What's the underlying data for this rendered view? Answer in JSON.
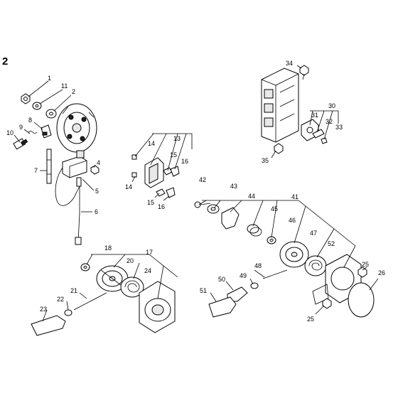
{
  "plate_number": "2",
  "callouts": {
    "n1": "1",
    "n2": "2",
    "n4": "4",
    "n5": "5",
    "n6": "6",
    "n7": "7",
    "n8": "8",
    "n9": "9",
    "n10": "10",
    "n11": "11",
    "n13": "13",
    "n14a": "14",
    "n14b": "14",
    "n15a": "15",
    "n15b": "15",
    "n16a": "16",
    "n16b": "16",
    "n17": "17",
    "n18": "18",
    "n20": "20",
    "n21": "21",
    "n22": "22",
    "n23": "23",
    "n24": "24",
    "n25a": "25",
    "n25b": "25",
    "n26": "26",
    "n30": "30",
    "n31": "31",
    "n32": "32",
    "n33": "33",
    "n34": "34",
    "n35": "35",
    "n41": "41",
    "n42": "42",
    "n43": "43",
    "n44": "44",
    "n45": "45",
    "n46": "46",
    "n47": "47",
    "n48": "48",
    "n49": "49",
    "n50": "50",
    "n51": "51",
    "n52": "52"
  }
}
